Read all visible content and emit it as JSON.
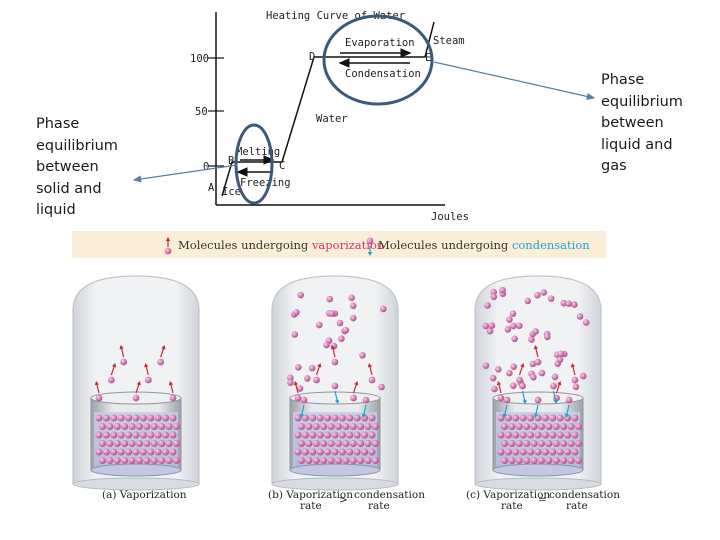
{
  "labels": {
    "left": "Phase\nequilibrium\nbetween\nsolid and\nliquid",
    "right": "Phase\nequilibrium\nbetween\nliquid and\ngas"
  },
  "heating_curve": {
    "title": "Heating Curve of Water",
    "ticks": [
      "100",
      "50",
      "0"
    ],
    "x_label": "Joules",
    "points": [
      "A",
      "B",
      "C",
      "D",
      "E"
    ],
    "phases": {
      "ice": "Ice",
      "water": "Water",
      "steam": "Steam"
    },
    "processes": {
      "evaporation": "Evaporation",
      "condensation": "Condensation",
      "melting": "Melting",
      "freezing": "Freezing"
    }
  },
  "legend": {
    "prefix": "Molecules undergoing ",
    "vaporization": "vaporization",
    "condensation": "condensation",
    "vaporization_color": "#d9336b",
    "condensation_color": "#1ea3c9"
  },
  "panels": [
    {
      "label": "(a) Vaporization",
      "rate_left": "",
      "rate_right": "",
      "relation": "",
      "rate_word": ""
    },
    {
      "label": "(b) Vaporization",
      "rate_left": "rate",
      "rate_right": "rate",
      "relation": ">",
      "second": "condensation"
    },
    {
      "label": "(c) Vaporization",
      "rate_left": "rate",
      "rate_right": "rate",
      "relation": "=",
      "second": "condensation"
    }
  ],
  "colors": {
    "circle": "#3d5878",
    "molecule": "#d57fb4",
    "arrow_red": "#c8283c",
    "arrow_blue": "#1ea3c9",
    "legend_bg": "#fbeed8"
  }
}
